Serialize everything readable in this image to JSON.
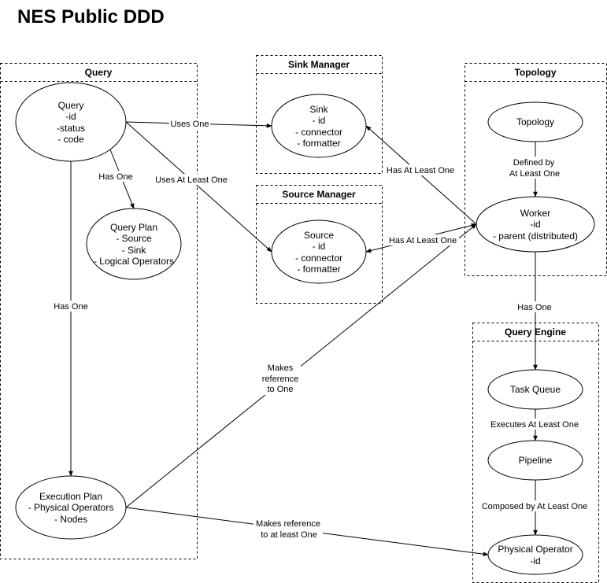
{
  "title": "NES Public DDD",
  "containers": {
    "query": "Query",
    "sink_manager": "Sink Manager",
    "source_manager": "Source Manager",
    "topology": "Topology",
    "query_engine": "Query Engine"
  },
  "nodes": {
    "query": [
      "Query",
      "-id",
      "-status",
      "- code"
    ],
    "query_plan": [
      "Query Plan",
      "- Source",
      "- Sink",
      "- Logical Operators"
    ],
    "execution_plan": [
      "Execution Plan",
      "- Physical Operators",
      "- Nodes"
    ],
    "sink": [
      "Sink",
      "- id",
      "- connector",
      "- formatter"
    ],
    "source": [
      "Source",
      "- id",
      "- connector",
      "- formatter"
    ],
    "topology": [
      "Topology"
    ],
    "worker": [
      "Worker",
      "-id",
      "- parent (distributed)"
    ],
    "task_queue": [
      "Task Queue"
    ],
    "pipeline": [
      "Pipeline"
    ],
    "physical_operator": [
      "Physical Operator",
      "-id"
    ]
  },
  "edges": {
    "query_sink": [
      "Uses One"
    ],
    "query_source": [
      "Uses At Least One"
    ],
    "query_plan": [
      "Has One"
    ],
    "query_exec": [
      "Has One"
    ],
    "worker_sink": [
      "Has At Least One"
    ],
    "worker_source": [
      "Has At Least One"
    ],
    "topology_worker": [
      "Defined by",
      "At Least One"
    ],
    "worker_engine": [
      "Has One"
    ],
    "exec_worker": [
      "Makes",
      "reference",
      "to One"
    ],
    "exec_physop": [
      "Makes reference",
      "to at least One"
    ],
    "taskqueue_pipeline": [
      "Executes At Least One"
    ],
    "pipeline_physop": [
      "Composed by At Least One"
    ]
  }
}
